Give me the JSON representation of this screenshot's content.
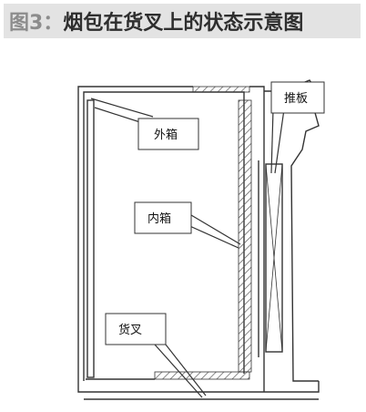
{
  "header": {
    "figure_label": "图3：",
    "title": "烟包在货叉上的状态示意图"
  },
  "labels": {
    "outer_box": "外箱",
    "inner_box": "内箱",
    "push_plate": "推板",
    "fork": "货叉"
  }
}
